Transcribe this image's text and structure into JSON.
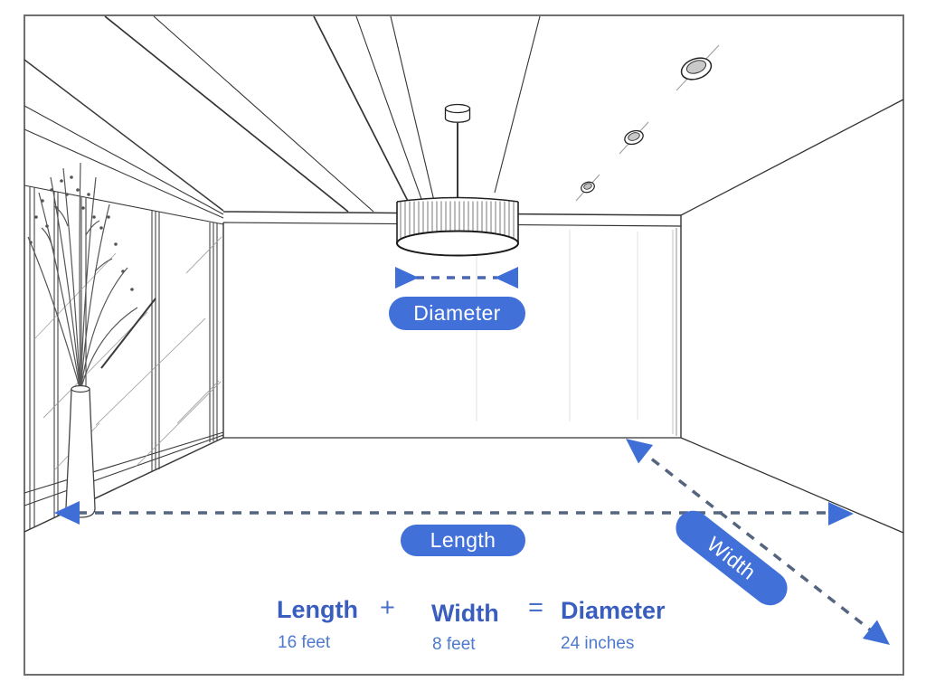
{
  "diagram": {
    "pills": {
      "diameter": "Diameter",
      "length": "Length",
      "width": "Width"
    },
    "formula": {
      "length_label": "Length",
      "plus": "+",
      "width_label": "Width",
      "equals": "=",
      "diameter_label": "Diameter",
      "length_value": "16 feet",
      "width_value": "8 feet",
      "diameter_value": "24 inches"
    },
    "colors": {
      "pill_blue": "#4070d8",
      "arrowhead_blue": "#3f6fd6",
      "dash_slate": "#55657f",
      "dash_blue": "#4a66b4",
      "term_blue": "#3a5ebd",
      "value_blue": "#4e79cd",
      "sketch_ink": "#2e2e2e"
    },
    "sketch_elements": [
      "ceiling-beams",
      "recessed-ceiling-lights",
      "drum-pendant-light",
      "window-wall",
      "branch-vase",
      "back-wall",
      "right-wall",
      "floor"
    ]
  }
}
